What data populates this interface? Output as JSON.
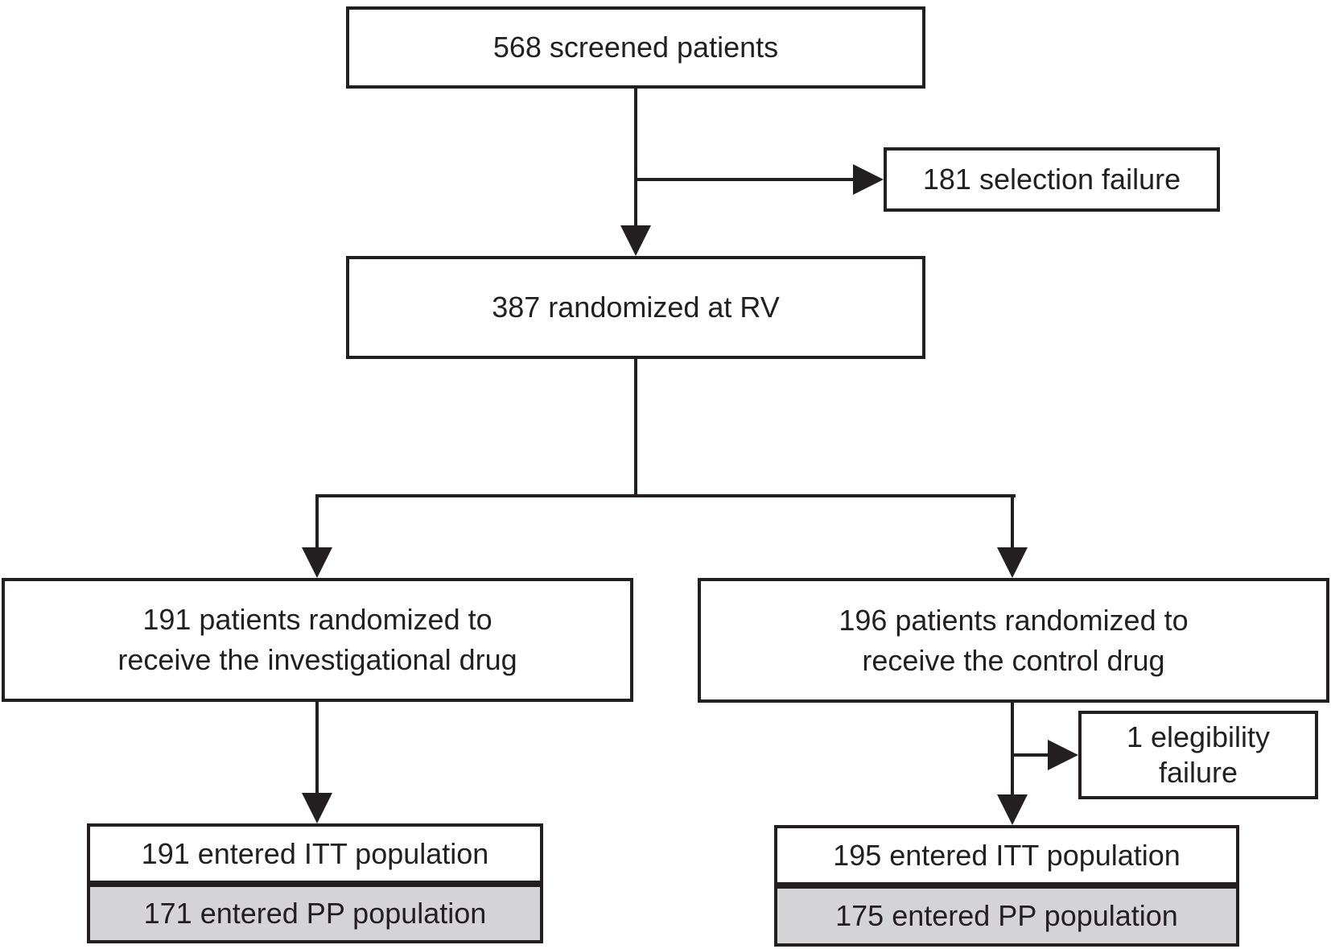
{
  "diagram": {
    "type": "patient-flow-chart",
    "nodes": {
      "screened": {
        "label": "568 screened patients"
      },
      "selection_failure": {
        "label": "181 selection failure"
      },
      "randomized": {
        "label": "387 randomized at RV"
      },
      "investigational_arm": {
        "label": "191 patients randomized to\nreceive the investigational drug"
      },
      "control_arm": {
        "label": "196 patients randomized to\nreceive the control drug"
      },
      "eligibility_failure": {
        "label": "1 elegibility\nfailure"
      },
      "itt_left": {
        "label": "191 entered ITT population"
      },
      "pp_left": {
        "label": "171 entered PP population"
      },
      "itt_right": {
        "label": "195 entered ITT population"
      },
      "pp_right": {
        "label": "175 entered PP population"
      }
    },
    "colors": {
      "line": "#231f20",
      "box_border": "#231f20",
      "box_fill": "#ffffff",
      "pp_fill": "#d4d4d6",
      "text": "#231f20"
    }
  }
}
